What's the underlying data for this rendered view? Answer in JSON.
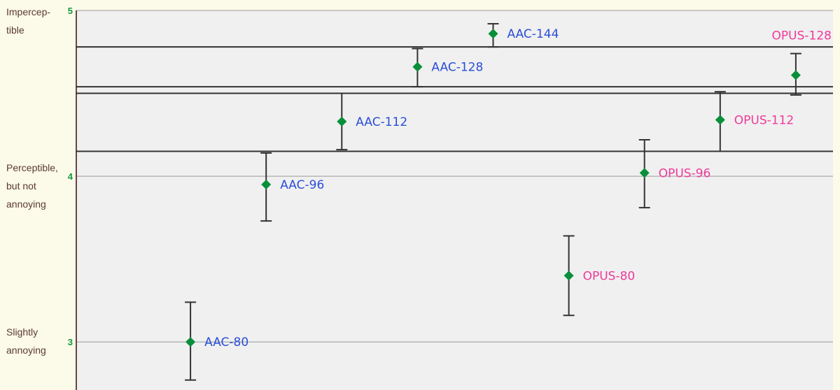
{
  "chart_data": {
    "type": "scatter",
    "title": "",
    "xlabel": "",
    "ylabel": "",
    "ylim": [
      2.71,
      5.0
    ],
    "y_ticks": [
      3,
      4,
      5
    ],
    "grid": true,
    "y_category_labels": [
      {
        "value": 5,
        "lines": [
          "Impercep-",
          "tible"
        ]
      },
      {
        "value": 4,
        "lines": [
          "Perceptible,",
          "but not",
          "annoying"
        ]
      },
      {
        "value": 3,
        "lines": [
          "Slightly",
          "annoying"
        ]
      }
    ],
    "reference_lines": [
      4.78,
      4.54,
      4.5,
      4.15
    ],
    "series": [
      {
        "name": "AAC",
        "color": "#2a4ed8",
        "points": [
          {
            "label": "AAC-80",
            "x": 1,
            "y": 3.0,
            "low": 2.77,
            "high": 3.24
          },
          {
            "label": "AAC-96",
            "x": 2,
            "y": 3.95,
            "low": 3.73,
            "high": 4.14
          },
          {
            "label": "AAC-112",
            "x": 3,
            "y": 4.33,
            "low": 4.16,
            "high": 4.5
          },
          {
            "label": "AAC-128",
            "x": 4,
            "y": 4.66,
            "low": 4.54,
            "high": 4.77
          },
          {
            "label": "AAC-144",
            "x": 5,
            "y": 4.86,
            "low": 4.78,
            "high": 4.92
          }
        ]
      },
      {
        "name": "OPUS",
        "color": "#ee3a9a",
        "points": [
          {
            "label": "OPUS-80",
            "x": 6,
            "y": 3.4,
            "low": 3.16,
            "high": 3.64
          },
          {
            "label": "OPUS-96",
            "x": 7,
            "y": 4.02,
            "low": 3.81,
            "high": 4.22
          },
          {
            "label": "OPUS-112",
            "x": 8,
            "y": 4.34,
            "low": 4.15,
            "high": 4.51
          },
          {
            "label": "OPUS-128",
            "x": 9,
            "y": 4.61,
            "low": 4.49,
            "high": 4.74,
            "label_position": "above"
          }
        ]
      }
    ],
    "marker_color": "#0a8f3a"
  }
}
